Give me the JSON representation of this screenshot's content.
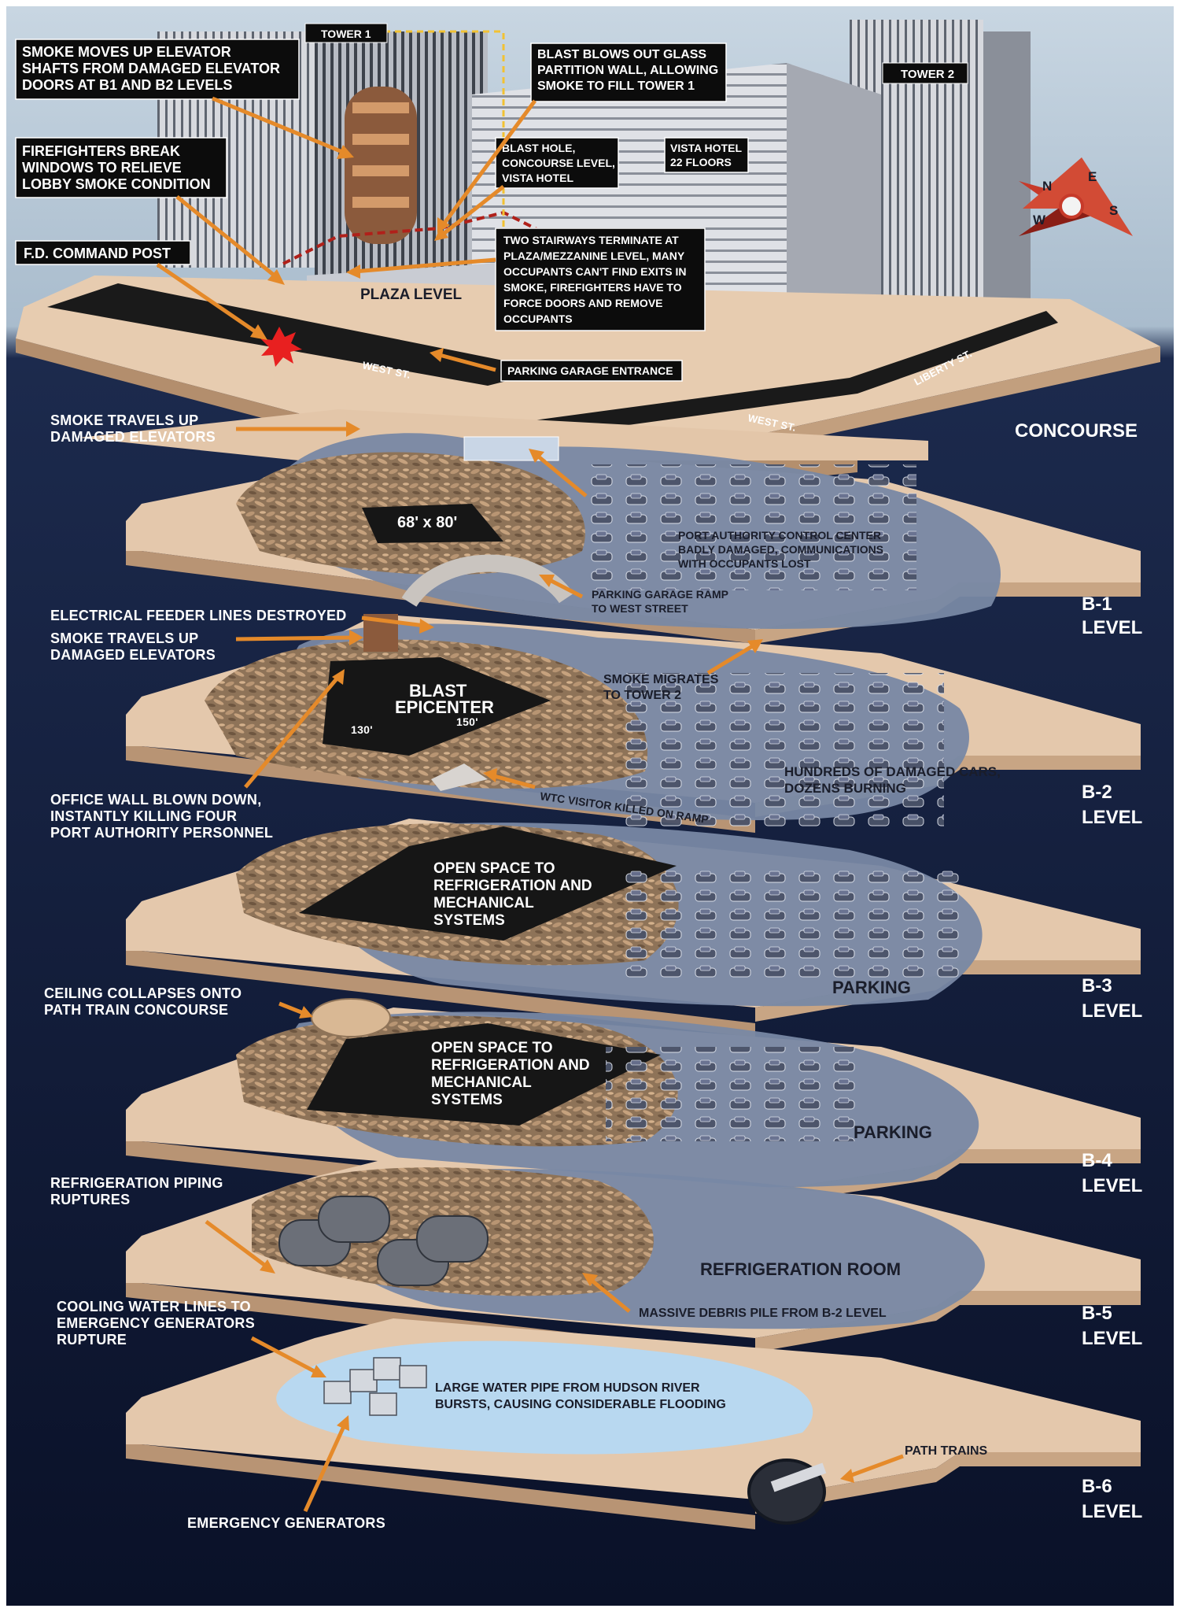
{
  "towers": {
    "tower1": "TOWER 1",
    "tower2": "TOWER 2"
  },
  "compass": {
    "n": "N",
    "e": "E",
    "s": "S",
    "w": "W"
  },
  "callouts_top": {
    "smoke_elevator": [
      "SMOKE MOVES UP ELEVATOR",
      "SHAFTS FROM DAMAGED ELEVATOR",
      "DOORS AT B1 AND B2 LEVELS"
    ],
    "firefighters_windows": [
      "FIREFIGHTERS BREAK",
      "WINDOWS TO RELIEVE",
      "LOBBY SMOKE CONDITION"
    ],
    "fd_command": [
      "F.D. COMMAND POST"
    ],
    "blast_glass": [
      "BLAST BLOWS OUT GLASS",
      "PARTITION WALL, ALLOWING",
      "SMOKE TO FILL TOWER 1"
    ],
    "blast_hole": [
      "BLAST HOLE,",
      "CONCOURSE LEVEL,",
      "VISTA HOTEL"
    ],
    "vista_hotel": [
      "VISTA HOTEL",
      "22 FLOORS"
    ],
    "stairways": [
      "TWO STAIRWAYS TERMINATE AT",
      "PLAZA/MEZZANINE LEVEL, MANY",
      "OCCUPANTS CAN'T FIND EXITS IN",
      "SMOKE, FIREFIGHTERS HAVE TO",
      "FORCE DOORS AND REMOVE",
      "OCCUPANTS"
    ],
    "parking_entrance": [
      "PARKING GARAGE ENTRANCE"
    ]
  },
  "plaza_level": "PLAZA LEVEL",
  "streets": {
    "west_st": "WEST ST.",
    "west_st_2": "WEST ST.",
    "liberty_st": "LIBERTY ST."
  },
  "levels": {
    "concourse": [
      "CONCOURSE"
    ],
    "b1": [
      "B-1",
      "LEVEL"
    ],
    "b2": [
      "B-2",
      "LEVEL"
    ],
    "b3": [
      "B-3",
      "LEVEL"
    ],
    "b4": [
      "B-4",
      "LEVEL"
    ],
    "b5": [
      "B-5",
      "LEVEL"
    ],
    "b6": [
      "B-6",
      "LEVEL"
    ]
  },
  "concourse_annotations": {
    "smoke_travels": [
      "SMOKE TRAVELS UP",
      "DAMAGED ELEVATORS"
    ]
  },
  "b1_annotations": {
    "hole_size": "68' x 80'",
    "control_center": [
      "PORT AUTHORITY CONTROL CENTER",
      "BADLY DAMAGED, COMMUNICATIONS",
      "WITH OCCUPANTS LOST"
    ],
    "parking_ramp": [
      "PARKING GARAGE RAMP",
      "TO WEST STREET"
    ],
    "feeder_lines": [
      "ELECTRICAL FEEDER LINES DESTROYED"
    ],
    "smoke_travels": [
      "SMOKE TRAVELS UP",
      "DAMAGED ELEVATORS"
    ]
  },
  "b2_annotations": {
    "epicenter": [
      "BLAST",
      "EPICENTER"
    ],
    "dim_130": "130'",
    "dim_150": "150'",
    "smoke_tower2": [
      "SMOKE MIGRATES",
      "TO TOWER 2"
    ],
    "damaged_cars": [
      "HUNDREDS OF DAMAGED CARS,",
      "DOZENS BURNING"
    ],
    "visitor_killed": [
      "WTC VISITOR KILLED ON RAMP"
    ],
    "office_wall": [
      "OFFICE WALL BLOWN DOWN,",
      "INSTANTLY KILLING FOUR",
      "PORT AUTHORITY PERSONNEL"
    ]
  },
  "b3_annotations": {
    "open_space": [
      "OPEN SPACE TO",
      "REFRIGERATION AND",
      "MECHANICAL",
      "SYSTEMS"
    ],
    "parking": [
      "PARKING"
    ],
    "ceiling": [
      "CEILING COLLAPSES ONTO",
      "PATH TRAIN CONCOURSE"
    ]
  },
  "b4_annotations": {
    "open_space": [
      "OPEN SPACE TO",
      "REFRIGERATION AND",
      "MECHANICAL",
      "SYSTEMS"
    ],
    "parking": [
      "PARKING"
    ]
  },
  "b5_annotations": {
    "piping": [
      "REFRIGERATION PIPING",
      "RUPTURES"
    ],
    "room": [
      "REFRIGERATION ROOM"
    ],
    "debris": [
      "MASSIVE DEBRIS PILE FROM B-2 LEVEL"
    ]
  },
  "b6_annotations": {
    "cooling_water": [
      "COOLING WATER LINES TO",
      "EMERGENCY GENERATORS",
      "RUPTURE"
    ],
    "water_pipe": [
      "LARGE WATER PIPE FROM HUDSON RIVER",
      "BURSTS, CAUSING CONSIDERABLE FLOODING"
    ],
    "path_trains": [
      "PATH TRAINS"
    ],
    "generators": [
      "EMERGENCY GENERATORS"
    ]
  },
  "colors": {
    "background_top": "#c3d2df",
    "background_bottom": "#0d1530",
    "slab_top": "#e4c8ac",
    "slab_side": "#b89474",
    "smoke": "#7a8aa6",
    "debris": "#a8825e",
    "arrow": "#e58a2a",
    "hole": "#161616",
    "water": "#b8d8f0"
  }
}
